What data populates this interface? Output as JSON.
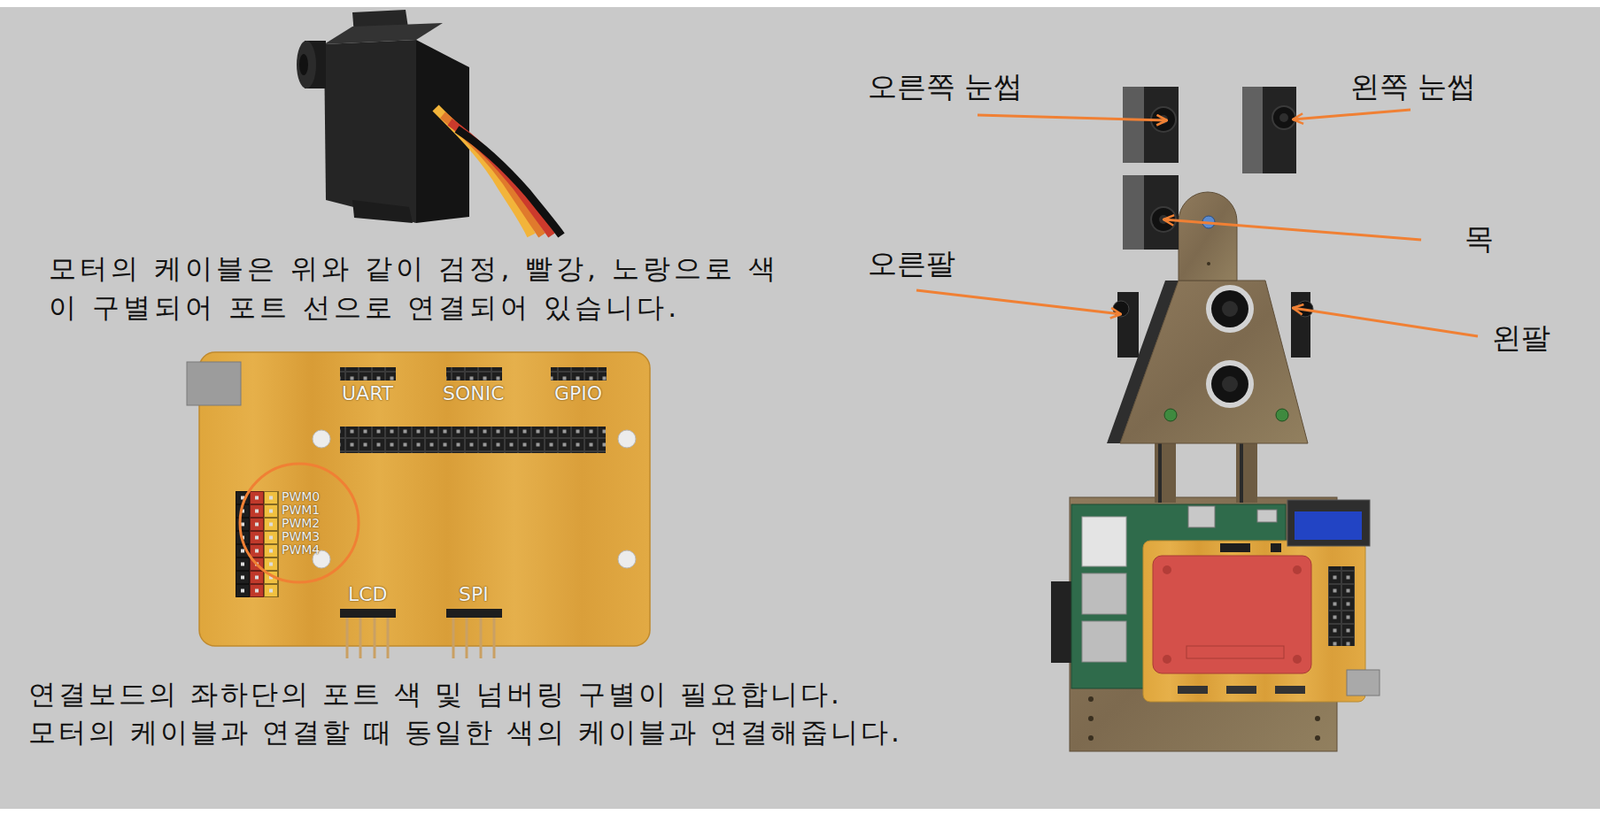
{
  "diagram": {
    "labels": [
      "모터의 케이블은 위와 같이 검정, 빨강, 노랑으로 색이 구별되어 포트 선으로 연결되어 있습니다.",
      "UART",
      "SONIC",
      "GPIO",
      "PWM0",
      "PWM1",
      "PWM2",
      "PWM3",
      "PWM4",
      "LCD",
      "SPI",
      "연결보드의 좌하단의 포트 색 및 넘버링 구별이 필요합니다.",
      "모터의 케이블과 연결할 때 동일한 색의 케이블과 연결해줍니다.",
      "오른쪽 눈썹",
      "왼쪽 눈썹",
      "목",
      "오른팔",
      "왼팔"
    ]
  }
}
